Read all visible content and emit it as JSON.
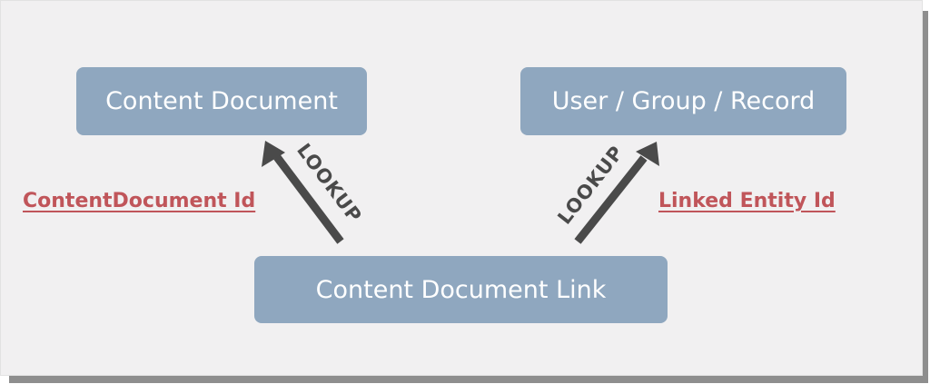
{
  "colors": {
    "panel_background": "#f1f0f1",
    "node_fill": "#8fa7bf",
    "node_text": "#ffffff",
    "arrow": "#4a4a4a",
    "field_label": "#c0555a"
  },
  "nodes": {
    "content_document": "Content Document",
    "user_group_record": "User / Group / Record",
    "content_document_link": "Content Document Link"
  },
  "edges": [
    {
      "from": "content_document_link",
      "to": "content_document",
      "relation": "LOOKUP",
      "field": "ContentDocument Id"
    },
    {
      "from": "content_document_link",
      "to": "user_group_record",
      "relation": "LOOKUP",
      "field": "Linked Entity Id"
    }
  ]
}
